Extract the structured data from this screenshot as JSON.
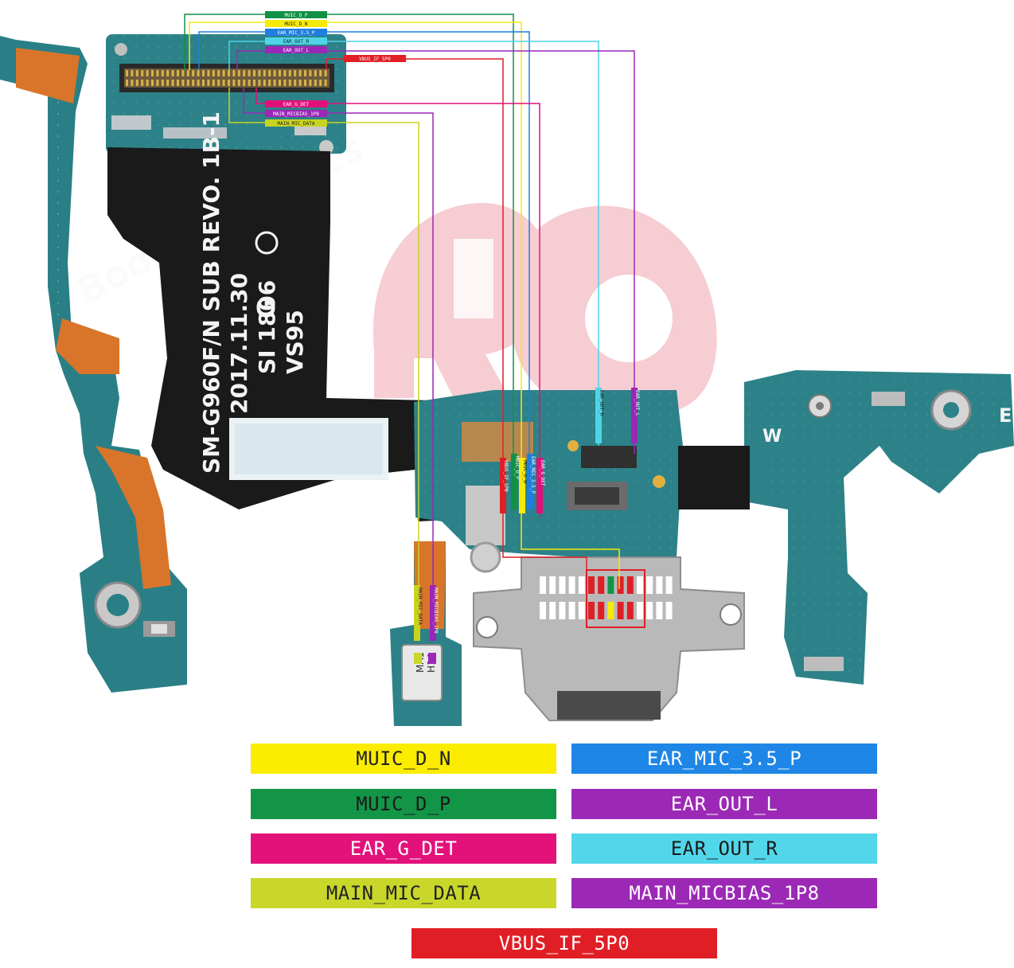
{
  "board": {
    "model_text": "SM-G960F/N SUB REVO. 1B-1",
    "date_text": "2017.11.30",
    "code_text": "SI 1806",
    "vs_text": "VS95",
    "mark_text": "G",
    "letter_w": "W",
    "letter_e": "E",
    "mic_text_1": "MA1",
    "mic_text_2": "H14"
  },
  "watermark": {
    "text": "Boosteo matics"
  },
  "signals": [
    {
      "id": "muic_d_p",
      "name": "MUIC_D_P",
      "color": "#119145"
    },
    {
      "id": "muic_d_n",
      "name": "MUIC_D_N",
      "color": "#f6ea0b"
    },
    {
      "id": "ear_mic",
      "name": "EAR_MIC_3.5_P",
      "color": "#1f7fe0"
    },
    {
      "id": "ear_out_r",
      "name": "EAR_OUT_R",
      "color": "#4fd4e8"
    },
    {
      "id": "ear_out_l",
      "name": "EAR_OUT_L",
      "color": "#9b27b8"
    },
    {
      "id": "vbus",
      "name": "VBUS_IF_5P0",
      "color": "#e01f26"
    },
    {
      "id": "ear_g_det",
      "name": "EAR_G_DET",
      "color": "#e0117a"
    },
    {
      "id": "micbias",
      "name": "MAIN_MICBIAS_1P8",
      "color": "#9b27b8"
    },
    {
      "id": "mic_data",
      "name": "MAIN_MIC_DATA",
      "color": "#c8d420"
    }
  ],
  "legend": [
    {
      "label": "MUIC_D_N",
      "color": "#fbec00",
      "text_color": "#222222"
    },
    {
      "label": "EAR_MIC_3.5_P",
      "color": "#1e86e6",
      "text_color": "#ffffff"
    },
    {
      "label": "MUIC_D_P",
      "color": "#139548",
      "text_color": "#1a1a1a"
    },
    {
      "label": "EAR_OUT_L",
      "color": "#9c29b6",
      "text_color": "#ffffff"
    },
    {
      "label": "EAR_G_DET",
      "color": "#e3127b",
      "text_color": "#ffffff"
    },
    {
      "label": "EAR_OUT_R",
      "color": "#52d6ea",
      "text_color": "#1a1a1a"
    },
    {
      "label": "MAIN_MIC_DATA",
      "color": "#c9d72a",
      "text_color": "#222222"
    },
    {
      "label": "MAIN_MICBIAS_1P8",
      "color": "#9c29b6",
      "text_color": "#ffffff"
    },
    {
      "label": "VBUS_IF_5P0",
      "color": "#e01e26",
      "text_color": "#ffffff"
    }
  ]
}
